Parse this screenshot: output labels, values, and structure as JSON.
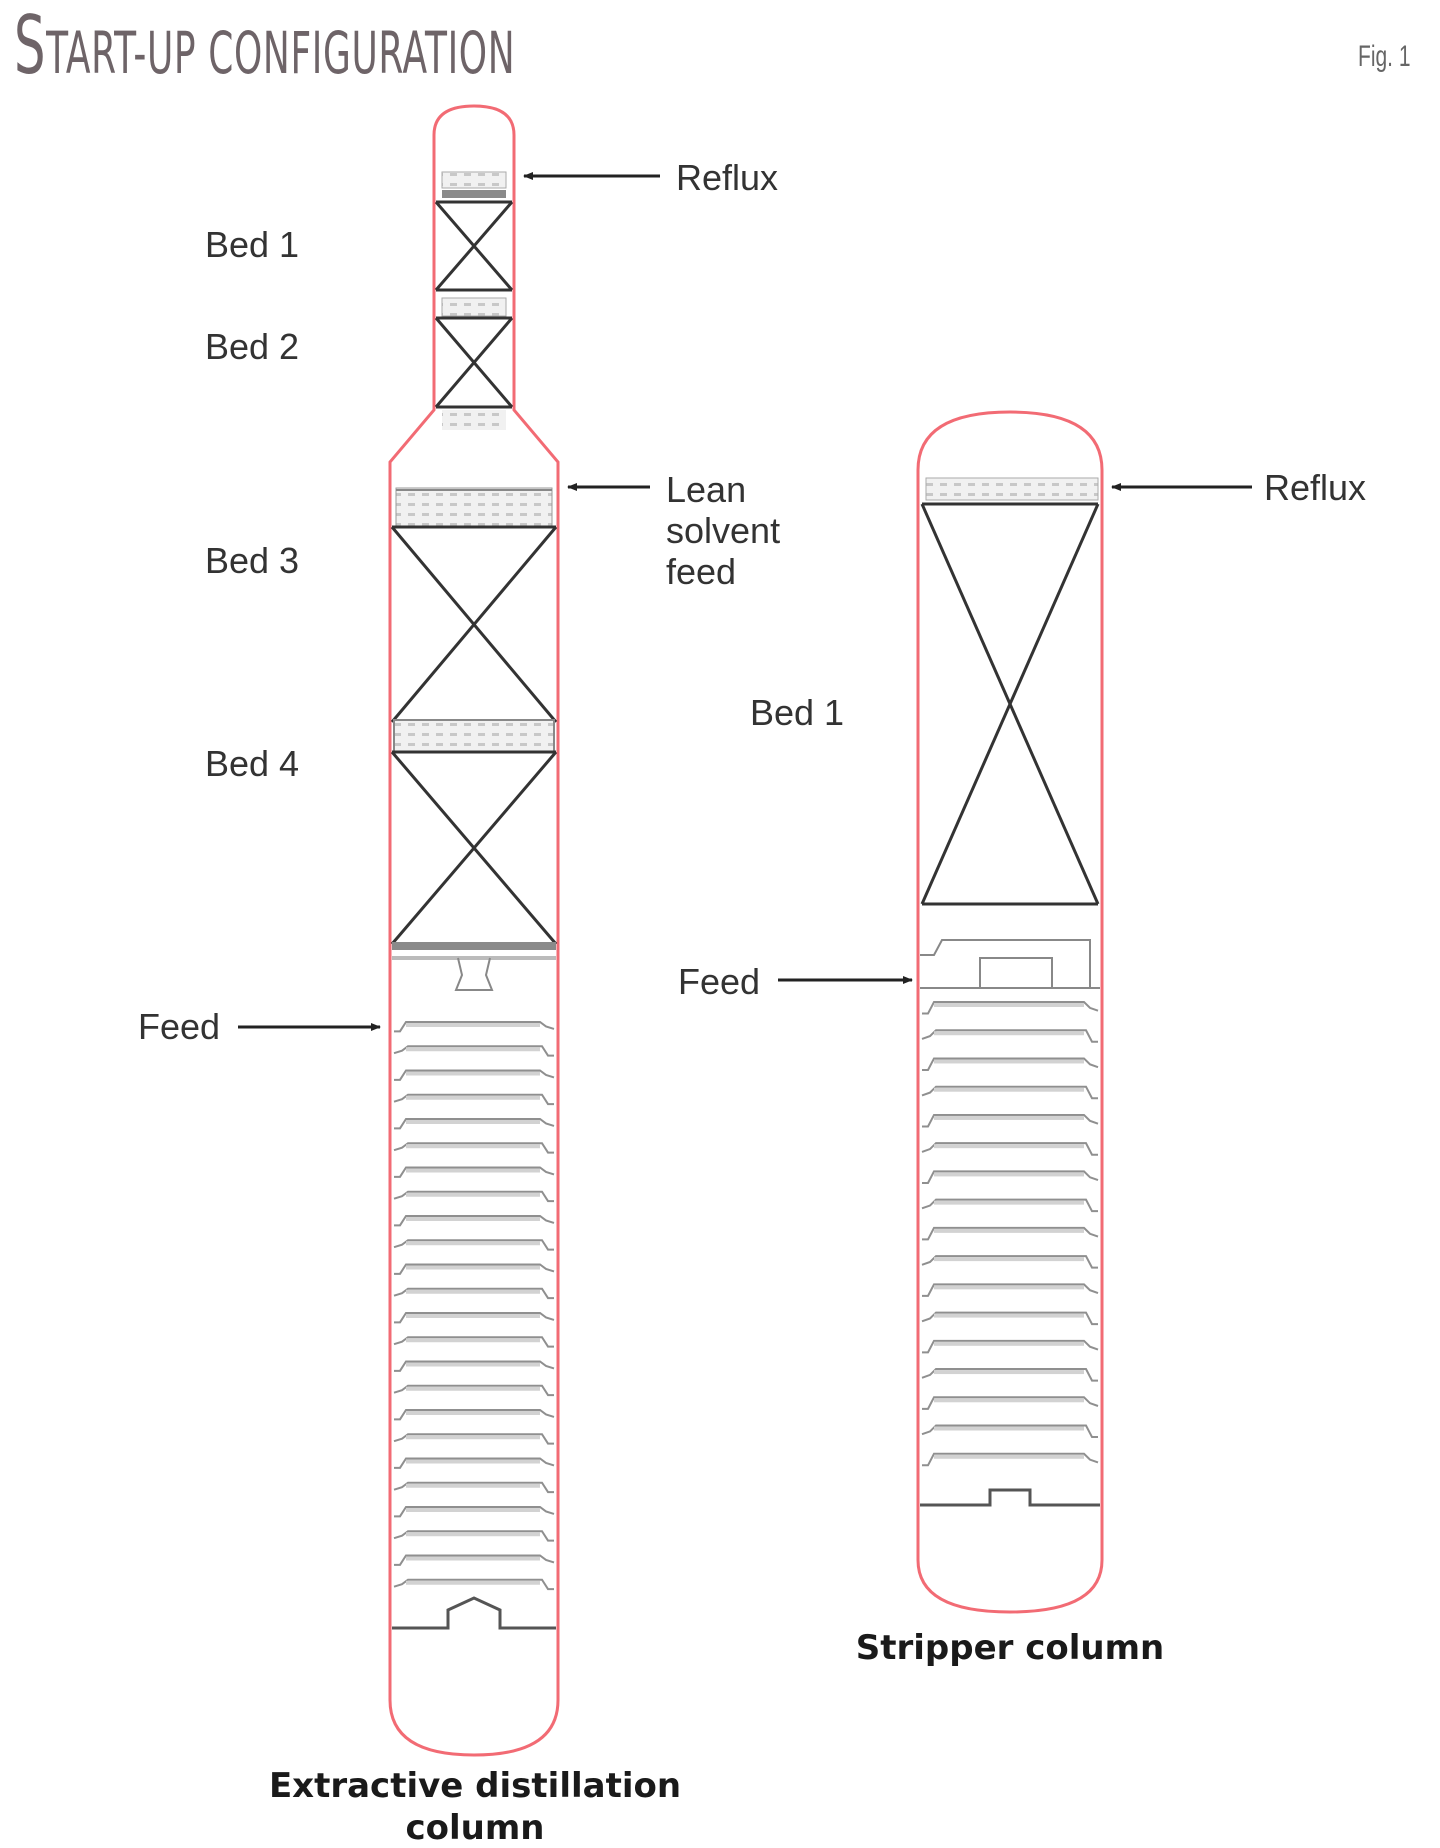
{
  "figure": {
    "title_cap": "S",
    "title_rest": "tart-up configuration",
    "figure_number": "Fig. 1",
    "colors": {
      "vessel_outline": "#f26b74",
      "internals": "#333333",
      "tray": "#9a9a9a",
      "packing_support": "#bdbdbd",
      "title": "#6e6468"
    }
  },
  "extractive_column": {
    "name": "Extractive distillation column",
    "name_line1": "Extractive distillation",
    "name_line2": "column",
    "beds": [
      {
        "label": "Bed 1"
      },
      {
        "label": "Bed 2"
      },
      {
        "label": "Bed 3"
      },
      {
        "label": "Bed 4"
      }
    ],
    "streams": {
      "reflux": "Reflux",
      "lean_solvent_line1": "Lean",
      "lean_solvent_line2": "solvent",
      "lean_solvent_line3": "feed",
      "feed": "Feed"
    },
    "tray_count": 24
  },
  "stripper_column": {
    "name": "Stripper column",
    "beds": [
      {
        "label": "Bed 1"
      }
    ],
    "streams": {
      "reflux": "Reflux",
      "feed": "Feed"
    },
    "tray_count": 17
  }
}
